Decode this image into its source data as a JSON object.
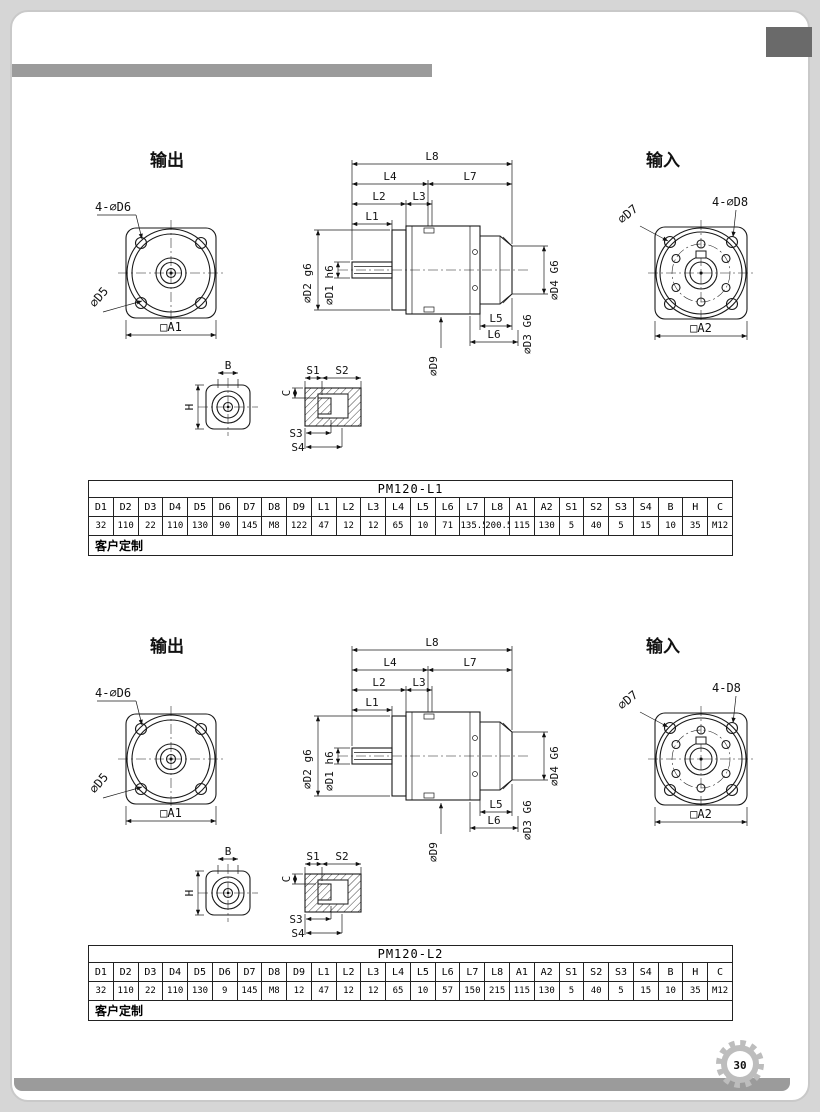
{
  "page": {
    "number": "30"
  },
  "sections": [
    {
      "output_label": "输出",
      "input_label": "输入",
      "front_view": {
        "holes_label": "4-∅D6",
        "d5_label": "∅D5",
        "a1_label": "□A1"
      },
      "side_view": {
        "l8": "L8",
        "l4": "L4",
        "l7": "L7",
        "l2": "L2",
        "l3": "L3",
        "l1": "L1",
        "d2": "∅D2 g6",
        "d1": "∅D1 h6",
        "d9": "∅D9",
        "l5": "L5",
        "l6": "L6",
        "d3": "∅D3 G6",
        "d4": "∅D4 G6"
      },
      "rear_view": {
        "d7_label": "∅D7",
        "holes_label": "4-∅D8",
        "a2_label": "□A2"
      },
      "shaft_view": {
        "b": "B",
        "h": "H"
      },
      "key_view": {
        "s1": "S1",
        "s2": "S2",
        "c": "C",
        "s3": "S3",
        "s4": "S4"
      },
      "table": {
        "title": "PM120-L1",
        "headers": [
          "D1",
          "D2",
          "D3",
          "D4",
          "D5",
          "D6",
          "D7",
          "D8",
          "D9",
          "L1",
          "L2",
          "L3",
          "L4",
          "L5",
          "L6",
          "L7",
          "L8",
          "A1",
          "A2",
          "S1",
          "S2",
          "S3",
          "S4",
          "B",
          "H",
          "C"
        ],
        "values": [
          "32",
          "110",
          "22",
          "110",
          "130",
          "90",
          "145",
          "M8",
          "122",
          "47",
          "12",
          "12",
          "65",
          "10",
          "71",
          "135.5",
          "200.5",
          "115",
          "130",
          "5",
          "40",
          "5",
          "15",
          "10",
          "35",
          "M12"
        ],
        "footer": "客户定制"
      }
    },
    {
      "output_label": "输出",
      "input_label": "输入",
      "front_view": {
        "holes_label": "4-∅D6",
        "d5_label": "∅D5",
        "a1_label": "□A1"
      },
      "side_view": {
        "l8": "L8",
        "l4": "L4",
        "l7": "L7",
        "l2": "L2",
        "l3": "L3",
        "l1": "L1",
        "d2": "∅D2 g6",
        "d1": "∅D1 h6",
        "d9": "∅D9",
        "l5": "L5",
        "l6": "L6",
        "d3": "∅D3 G6",
        "d4": "∅D4 G6"
      },
      "rear_view": {
        "d7_label": "∅D7",
        "holes_label": "4-D8",
        "a2_label": "□A2"
      },
      "shaft_view": {
        "b": "B",
        "h": "H"
      },
      "key_view": {
        "s1": "S1",
        "s2": "S2",
        "c": "C",
        "s3": "S3",
        "s4": "S4"
      },
      "table": {
        "title": "PM120-L2",
        "headers": [
          "D1",
          "D2",
          "D3",
          "D4",
          "D5",
          "D6",
          "D7",
          "D8",
          "D9",
          "L1",
          "L2",
          "L3",
          "L4",
          "L5",
          "L6",
          "L7",
          "L8",
          "A1",
          "A2",
          "S1",
          "S2",
          "S3",
          "S4",
          "B",
          "H",
          "C"
        ],
        "values": [
          "32",
          "110",
          "22",
          "110",
          "130",
          "9",
          "145",
          "M8",
          "12",
          "47",
          "12",
          "12",
          "65",
          "10",
          "57",
          "150",
          "215",
          "115",
          "130",
          "5",
          "40",
          "5",
          "15",
          "10",
          "35",
          "M12"
        ],
        "footer": "客户定制"
      }
    }
  ]
}
